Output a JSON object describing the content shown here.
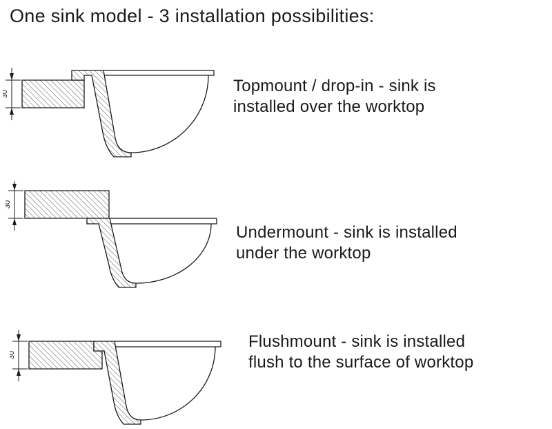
{
  "page": {
    "title": "One sink model - 3 installation possibilities:"
  },
  "rows": [
    {
      "name": "topmount",
      "dimension_label": "30",
      "caption": "Topmount / drop-in - sink is\ninstalled over the worktop"
    },
    {
      "name": "undermount",
      "dimension_label": "30",
      "caption": "Undermount - sink is installed\nunder the worktop"
    },
    {
      "name": "flushmount",
      "dimension_label": "30",
      "caption": "Flushmount - sink is installed\nflush to the surface of worktop"
    }
  ]
}
